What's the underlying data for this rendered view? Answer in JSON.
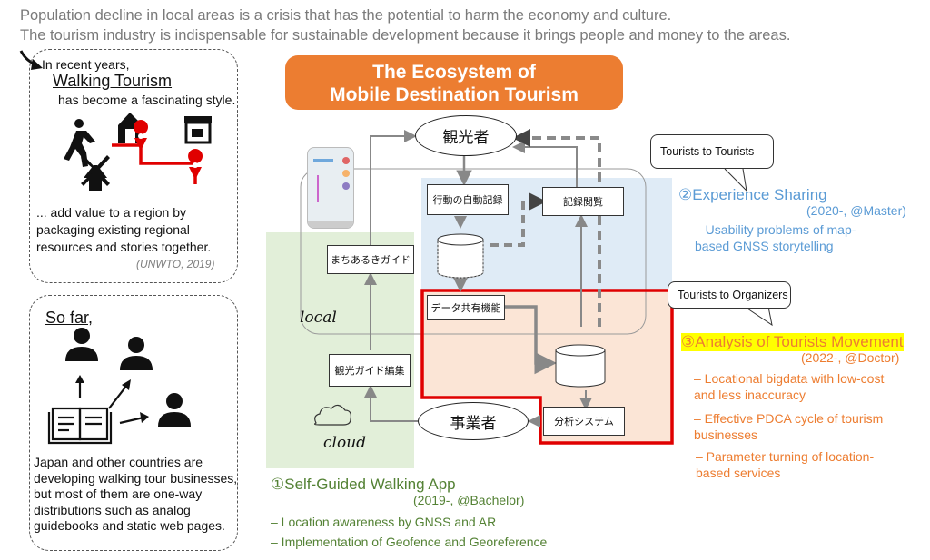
{
  "intro": {
    "line1": "Population decline in local areas is a crisis that has the potential to harm the economy and culture.",
    "line2": "The tourism industry is indispensable for sustainable development because it brings people and money to the areas."
  },
  "walking_box": {
    "lead": "In recent years,",
    "title": "Walking Tourism",
    "line": "has become a fascinating style.",
    "quote": "... add value to a region by packaging existing regional resources and stories together.",
    "source": "(UNWTO, 2019)"
  },
  "sofar_box": {
    "title": "So far,",
    "text": "Japan and other countries are developing walking tour businesses, but most of them are one-way distributions such as analog guidebooks and static web pages."
  },
  "main_title": {
    "line1": "The Ecosystem of",
    "line2": "Mobile Destination Tourism"
  },
  "diagram": {
    "tourist": "観光者",
    "operator": "事業者",
    "auto_record": "行動の自動記録",
    "record_view": "記録閲覧",
    "guide_app": "まちあるきガイド",
    "data_share": "データ共有機能",
    "guide_edit": "観光ガイド編集",
    "analysis": "分析システム",
    "local": "local",
    "cloud": "cloud"
  },
  "callouts": {
    "t2t": "Tourists to Tourists",
    "t2o": "Tourists to Organizers"
  },
  "sections": {
    "s1": {
      "label": "①Self-Guided Walking App",
      "period": "(2019-, @Bachelor)",
      "bullets": [
        "– Location awareness by GNSS and AR",
        "– Implementation of Geofence and Georeference"
      ]
    },
    "s2": {
      "label": "②Experience Sharing",
      "period": "(2020-, @Master)",
      "bullets": [
        "– Usability problems of map-based GNSS storytelling"
      ]
    },
    "s3": {
      "label": "③Analysis of Tourists Movement",
      "period": "(2022-, @Doctor)",
      "bullets": [
        "– Locational bigdata with low-cost and less inaccuracy",
        "– Effective PDCA cycle of tourism businesses",
        "– Parameter turning of location-based services"
      ]
    }
  },
  "colors": {
    "orange": "#ed7d31",
    "green_zone": "#e2efd9",
    "blue_zone": "#dfebf6",
    "peach_zone": "#fbe5d6",
    "red_outline": "#e00000",
    "highlight": "#ffff00"
  }
}
